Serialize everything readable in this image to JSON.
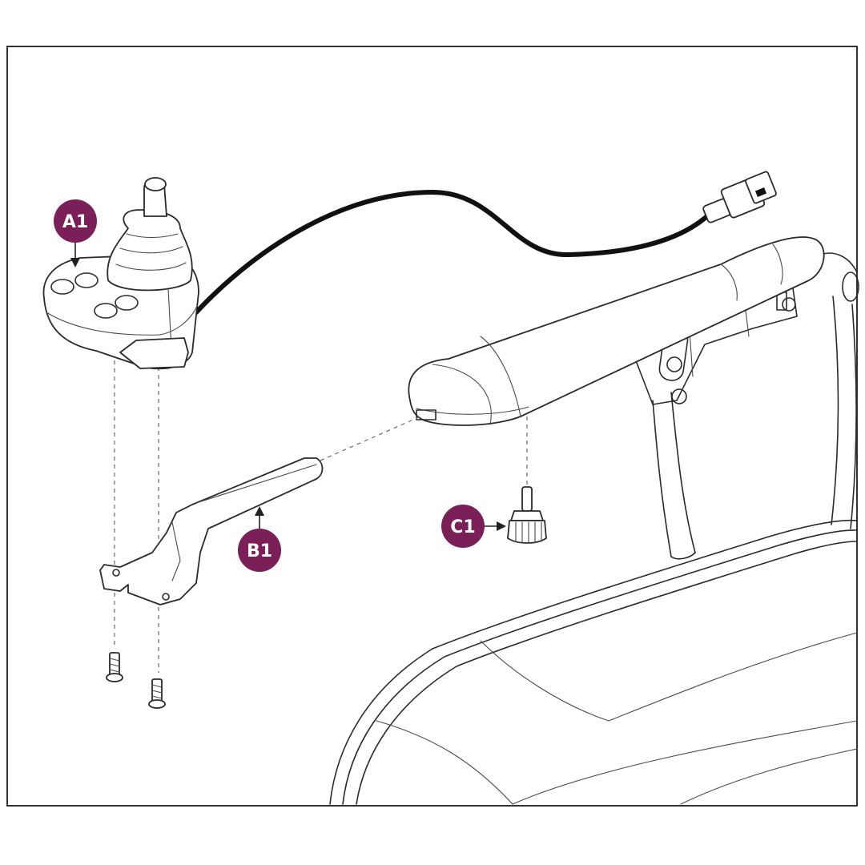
{
  "diagram": {
    "callouts": [
      {
        "id": "a1",
        "label": "A1",
        "part": "joystick-controller"
      },
      {
        "id": "b1",
        "label": "B1",
        "part": "mounting-bracket"
      },
      {
        "id": "c1",
        "label": "C1",
        "part": "knob"
      }
    ],
    "colors": {
      "callout": "#7a1f57",
      "line": "#2a2a2a",
      "cable": "#111111",
      "frame": "#333333"
    }
  }
}
